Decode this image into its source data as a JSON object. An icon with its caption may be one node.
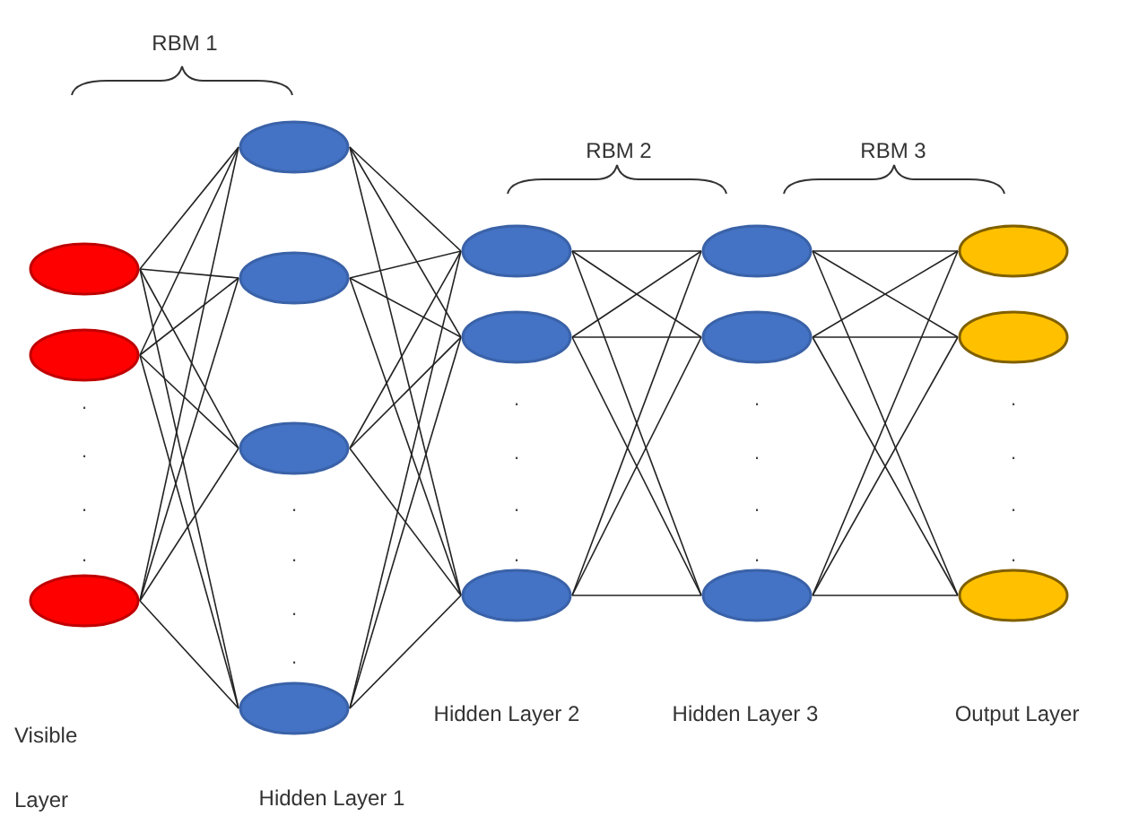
{
  "diagram": {
    "nodes": [
      {
        "text": [],
        "shape": "ellipse"
      },
      {
        "text": [],
        "shape": "ellipse"
      },
      {
        "text": [],
        "shape": "ellipse"
      },
      {
        "text": [],
        "shape": "ellipse"
      },
      {
        "text": [],
        "shape": "ellipse"
      },
      {
        "text": [],
        "shape": "ellipse"
      },
      {
        "text": [],
        "shape": "ellipse"
      },
      {
        "text": [],
        "shape": "ellipse"
      },
      {
        "text": [],
        "shape": "ellipse"
      },
      {
        "text": [],
        "shape": "ellipse"
      },
      {
        "text": [],
        "shape": "ellipse"
      },
      {
        "text": [],
        "shape": "ellipse"
      },
      {
        "text": [],
        "shape": "ellipse"
      },
      {
        "text": [],
        "shape": "ellipse"
      },
      {
        "text": [],
        "shape": "ellipse"
      },
      {
        "text": [],
        "shape": "ellipse"
      }
    ],
    "edges": [
      {
        "from": 0,
        "to": 3,
        "arrow": "none"
      },
      {
        "from": 0,
        "to": 4,
        "arrow": "none"
      },
      {
        "from": 0,
        "to": 5,
        "arrow": "none"
      },
      {
        "from": 0,
        "to": 6,
        "arrow": "none"
      },
      {
        "from": 1,
        "to": 3,
        "arrow": "none"
      },
      {
        "from": 1,
        "to": 4,
        "arrow": "none"
      },
      {
        "from": 1,
        "to": 5,
        "arrow": "none"
      },
      {
        "from": 1,
        "to": 6,
        "arrow": "none"
      },
      {
        "from": 2,
        "to": 3,
        "arrow": "none"
      },
      {
        "from": 2,
        "to": 4,
        "arrow": "none"
      },
      {
        "from": 2,
        "to": 5,
        "arrow": "none"
      },
      {
        "from": 2,
        "to": 6,
        "arrow": "none"
      },
      {
        "from": 3,
        "to": 7,
        "arrow": "none"
      },
      {
        "from": 3,
        "to": 8,
        "arrow": "none"
      },
      {
        "from": 3,
        "to": 9,
        "arrow": "none"
      },
      {
        "from": 4,
        "to": 7,
        "arrow": "none"
      },
      {
        "from": 4,
        "to": 8,
        "arrow": "none"
      },
      {
        "from": 4,
        "to": 9,
        "arrow": "none"
      },
      {
        "from": 5,
        "to": 7,
        "arrow": "none"
      },
      {
        "from": 5,
        "to": 8,
        "arrow": "none"
      },
      {
        "from": 5,
        "to": 9,
        "arrow": "none"
      },
      {
        "from": 6,
        "to": 7,
        "arrow": "none"
      },
      {
        "from": 6,
        "to": 8,
        "arrow": "none"
      },
      {
        "from": 6,
        "to": 9,
        "arrow": "none"
      },
      {
        "from": 7,
        "to": 10,
        "arrow": "none"
      },
      {
        "from": 7,
        "to": 11,
        "arrow": "none"
      },
      {
        "from": 7,
        "to": 12,
        "arrow": "none"
      },
      {
        "from": 8,
        "to": 10,
        "arrow": "none"
      },
      {
        "from": 8,
        "to": 11,
        "arrow": "none"
      },
      {
        "from": 8,
        "to": 12,
        "arrow": "none"
      },
      {
        "from": 9,
        "to": 10,
        "arrow": "none"
      },
      {
        "from": 9,
        "to": 11,
        "arrow": "none"
      },
      {
        "from": 9,
        "to": 12,
        "arrow": "none"
      },
      {
        "from": 10,
        "to": 13,
        "arrow": "none"
      },
      {
        "from": 10,
        "to": 14,
        "arrow": "none"
      },
      {
        "from": 10,
        "to": 15,
        "arrow": "none"
      },
      {
        "from": 11,
        "to": 13,
        "arrow": "none"
      },
      {
        "from": 11,
        "to": 14,
        "arrow": "none"
      },
      {
        "from": 11,
        "to": 15,
        "arrow": "none"
      },
      {
        "from": 12,
        "to": 13,
        "arrow": "none"
      },
      {
        "from": 12,
        "to": 14,
        "arrow": "none"
      },
      {
        "from": 12,
        "to": 15,
        "arrow": "none"
      }
    ],
    "labels": [
      "RBM 1",
      "RBM 2",
      "RBM 3",
      ".",
      ".",
      ".",
      ".",
      ".",
      ".",
      ".",
      ".",
      ".",
      ".",
      ".",
      ".",
      ".",
      ".",
      ".",
      ".",
      ".",
      ".",
      ".",
      ".",
      "Hidden Layer 2",
      "Hidden Layer 3",
      "Output Layer",
      "Visible Layer",
      "Hidden Layer 1"
    ]
  }
}
